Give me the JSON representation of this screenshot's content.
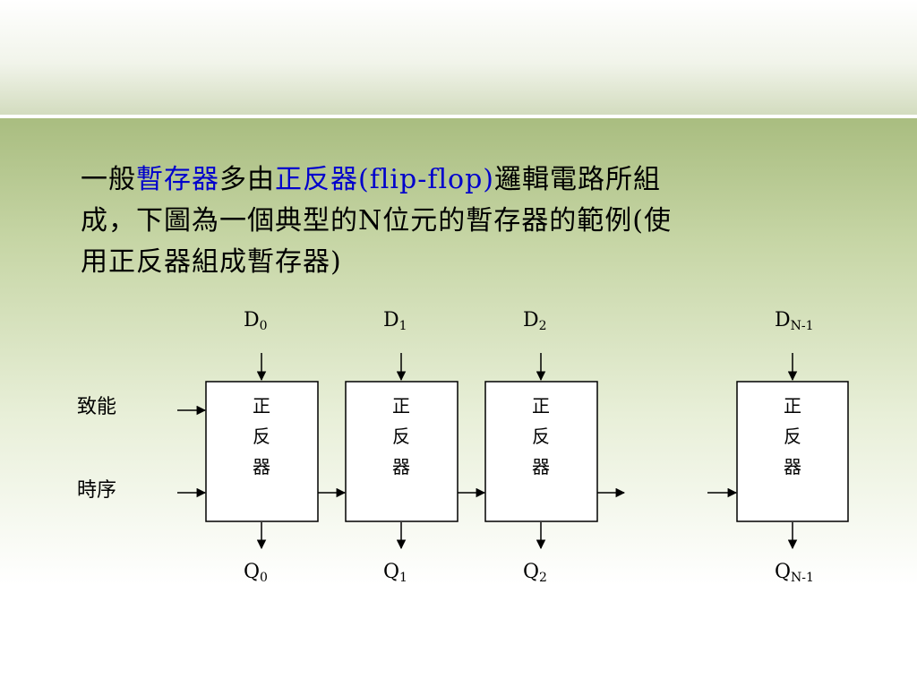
{
  "paragraph": {
    "seg1": "一般",
    "seg2": "暫存器",
    "seg3": "多由",
    "seg4": "正反器(flip-flop)",
    "seg5": "邏輯電路所組",
    "line2": "成，下圖為一個典型的N位元的暫存器的範例(使",
    "line3": "用正反器組成暫存器)"
  },
  "colors": {
    "highlight": "#0000cc",
    "body_top": "#a9bd80"
  },
  "diagram": {
    "enable_label": "致能",
    "clock_label": "時序",
    "blocks": [
      {
        "d_main": "D",
        "d_sub": "0",
        "q_main": "Q",
        "q_sub": "0",
        "c1": "正",
        "c2": "反",
        "c3": "器"
      },
      {
        "d_main": "D",
        "d_sub": "1",
        "q_main": "Q",
        "q_sub": "1",
        "c1": "正",
        "c2": "反",
        "c3": "器"
      },
      {
        "d_main": "D",
        "d_sub": "2",
        "q_main": "Q",
        "q_sub": "2",
        "c1": "正",
        "c2": "反",
        "c3": "器"
      },
      {
        "d_main": "D",
        "d_sub": "N-1",
        "q_main": "Q",
        "q_sub": "N-1",
        "c1": "正",
        "c2": "反",
        "c3": "器"
      }
    ]
  }
}
